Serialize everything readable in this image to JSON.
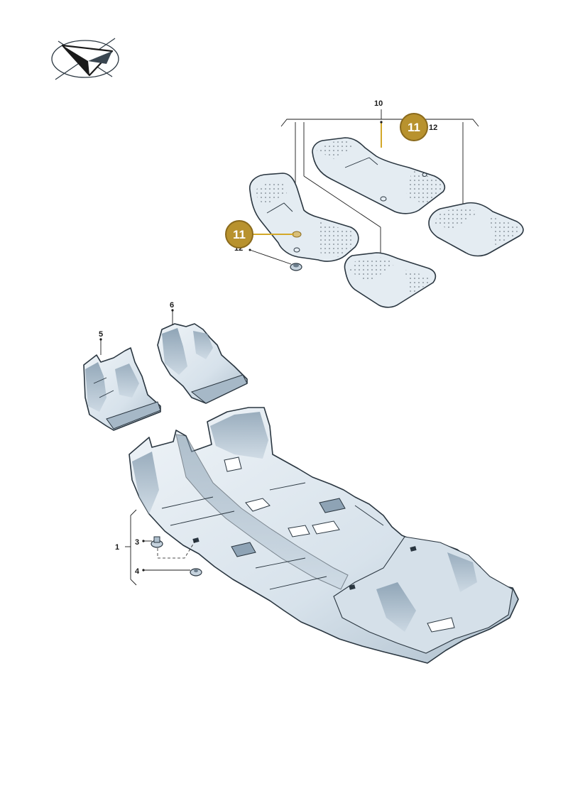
{
  "logo": {
    "icon": "paper-plane-logo-icon"
  },
  "callouts": {
    "p1": "1",
    "p3": "3",
    "p4": "4",
    "p5": "5",
    "p6": "6",
    "p10": "10",
    "p12_top": "12",
    "p12_left": "12"
  },
  "badges": {
    "top": "11",
    "left": "11"
  },
  "colors": {
    "badge_fill": "#b8922e",
    "badge_stroke": "#8a6a1c",
    "mat_fill": "#e3ebf1",
    "carpet_fill": "#dce6ee",
    "carpet_shade": "#9fb3c4",
    "outline": "#2a3640"
  }
}
